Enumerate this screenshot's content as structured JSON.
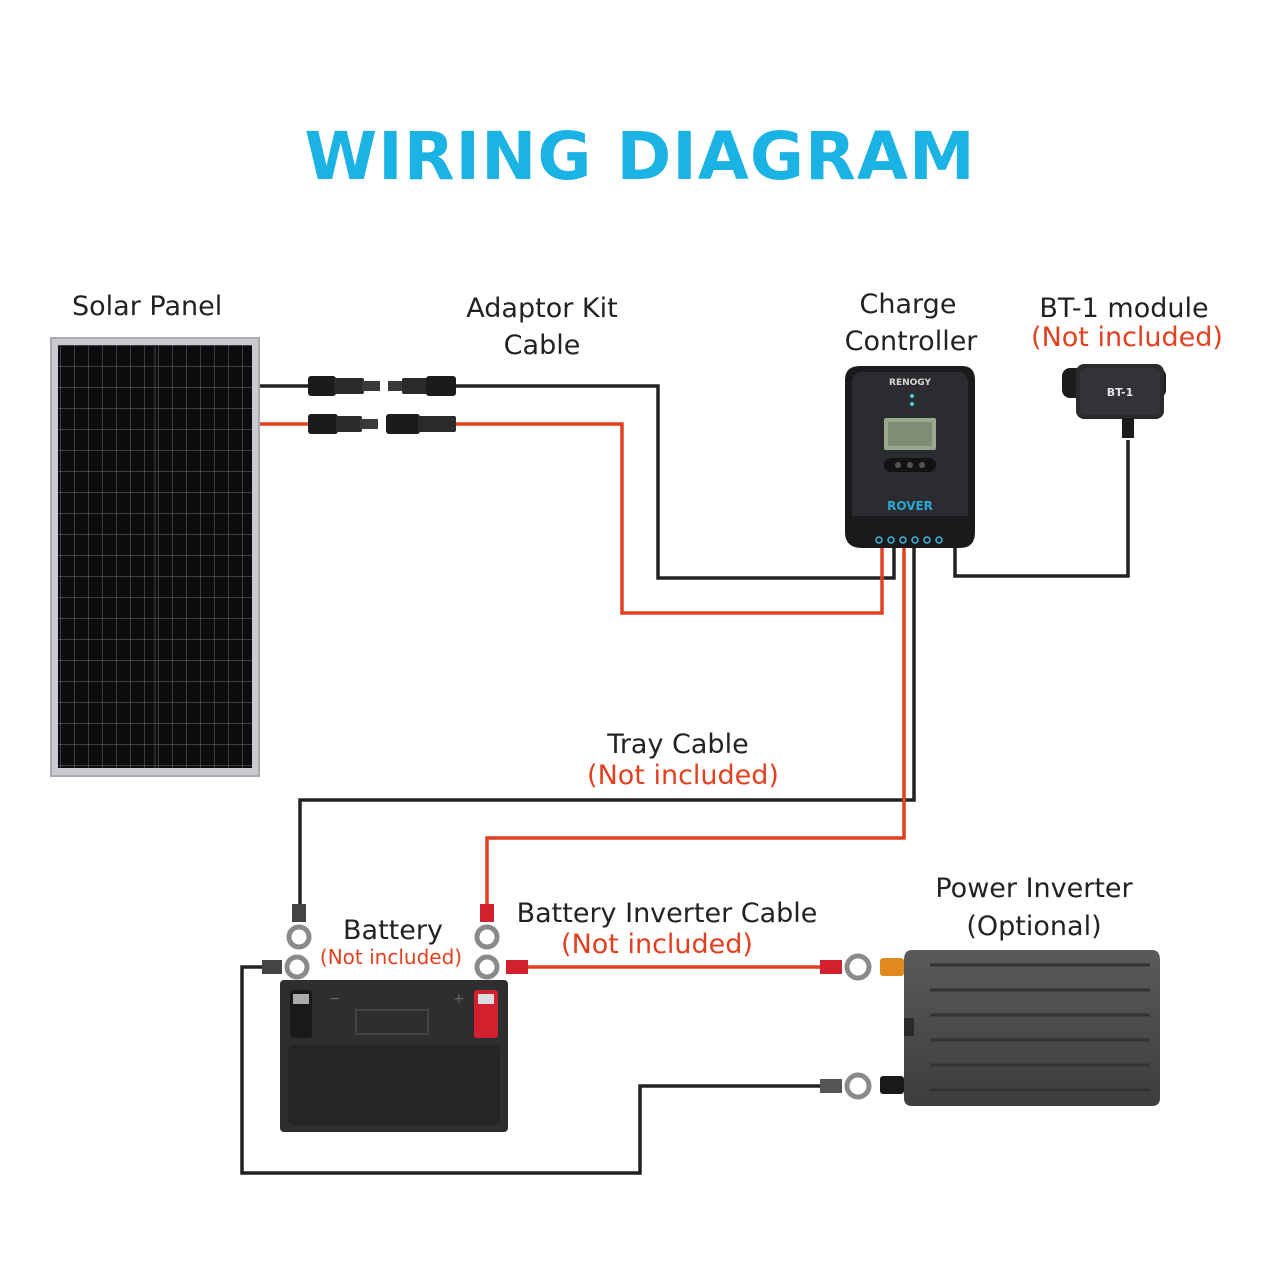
{
  "title": "WIRING DIAGRAM",
  "labels": {
    "solar_panel": "Solar Panel",
    "adaptor_kit_line1": "Adaptor Kit",
    "adaptor_kit_line2": "Cable",
    "charge_controller_line1": "Charge",
    "charge_controller_line2": "Controller",
    "bt1": "BT-1 module",
    "bt1_note": "(Not included)",
    "tray_cable": "Tray Cable",
    "tray_cable_note": "(Not included)",
    "battery": "Battery",
    "battery_note": "(Not included)",
    "battery_inverter_cable": "Battery Inverter Cable",
    "battery_inverter_cable_note": "(Not included)",
    "power_inverter_line1": "Power Inverter",
    "power_inverter_line2": "(Optional)"
  },
  "device_text": {
    "controller_brand": "RENOGY",
    "controller_model": "ROVER",
    "bt1_face": "BT-1"
  },
  "colors": {
    "title": "#1ab3e3",
    "positive_wire": "#e2401f",
    "negative_wire": "#222222",
    "note_text": "#e2401f"
  }
}
